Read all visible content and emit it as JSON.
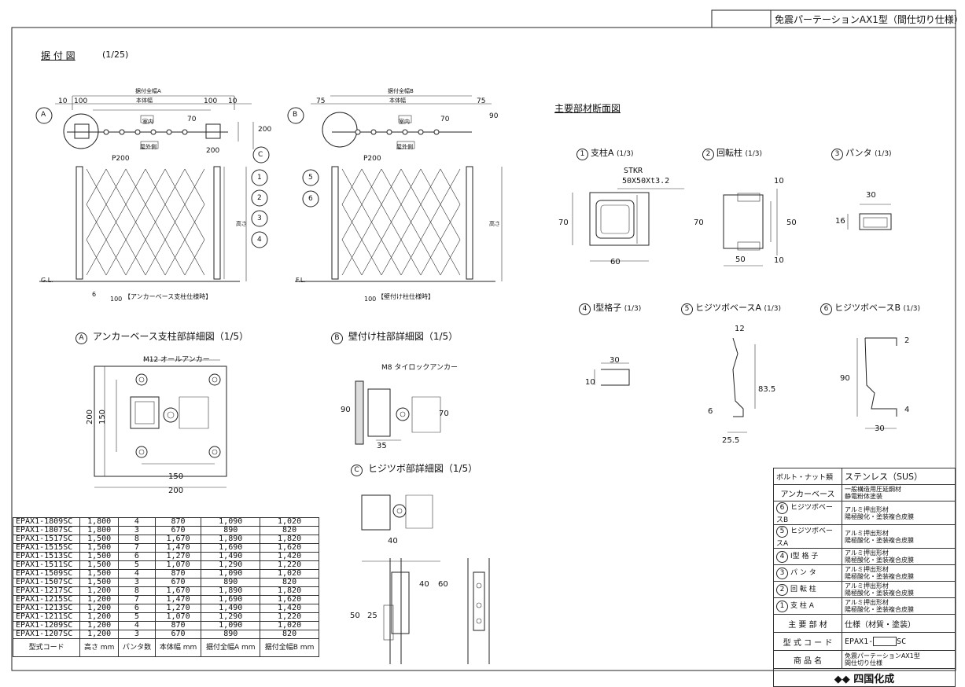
{
  "header": {
    "title": "免震パーテーションAX1型（間仕切り仕様）"
  },
  "install": {
    "title": "据 付 図",
    "scale": "(1/25)",
    "widthA": "据付全幅A",
    "widthB": "据付全幅B",
    "body_width": "本体幅",
    "dimA": [
      "10",
      "100",
      "100",
      "10"
    ],
    "dimB": [
      "75",
      "75"
    ],
    "indoor": "室内",
    "outdoor": "屋外側",
    "dim70": "70",
    "dim200": "200",
    "dim90": "90",
    "pitch": "P200",
    "height": "高さ",
    "gl": "G.L.",
    "fl": "F.L.",
    "dim6": "6",
    "dim100": "100",
    "caption_left": "【アンカーベース支柱仕様時】",
    "caption_right": "【壁付け柱仕様時】",
    "callouts": [
      "A",
      "B",
      "C",
      "1",
      "2",
      "3",
      "4",
      "5",
      "6"
    ]
  },
  "detailA": {
    "marker": "A",
    "title": "アンカーベース支柱部詳細図（1/5）",
    "anchor": "M12 オールアンカー",
    "dims": [
      "200",
      "150",
      "150",
      "200"
    ]
  },
  "detailB": {
    "marker": "B",
    "title": "壁付け柱部詳細図（1/5）",
    "anchor": "M8 タイロックアンカー",
    "dims": [
      "90",
      "70",
      "35"
    ]
  },
  "detailC": {
    "marker": "C",
    "title": "ヒジツボ部詳細図（1/5）",
    "dims": [
      "40",
      "40",
      "60",
      "50",
      "25"
    ]
  },
  "sections": {
    "title": "主要部材断面図",
    "items": [
      {
        "no": "1",
        "name": "支柱A",
        "scale": "(1/3)"
      },
      {
        "no": "2",
        "name": "回転柱",
        "scale": "(1/3)"
      },
      {
        "no": "3",
        "name": "パンタ",
        "scale": "(1/3)"
      },
      {
        "no": "4",
        "name": "I型格子",
        "scale": "(1/3)"
      },
      {
        "no": "5",
        "name": "ヒジツボベースA",
        "scale": "(1/3)"
      },
      {
        "no": "6",
        "name": "ヒジツボベースB",
        "scale": "(1/3)"
      }
    ],
    "stkr": "STKR",
    "stkr_size": "50X50Xt3.2",
    "s1": [
      "70",
      "60"
    ],
    "s2": [
      "10",
      "70",
      "50",
      "50",
      "10"
    ],
    "s3": [
      "30",
      "16"
    ],
    "s4": [
      "30",
      "10"
    ],
    "s5": [
      "12",
      "83.5",
      "6",
      "25.5"
    ],
    "s6": [
      "2",
      "90",
      "4",
      "30"
    ]
  },
  "dims_table": {
    "rows": [
      [
        "EPAX1-1809SC",
        "1,800",
        "4",
        "870",
        "1,090",
        "1,020"
      ],
      [
        "EPAX1-1807SC",
        "1,800",
        "3",
        "670",
        "890",
        "820"
      ],
      [
        "EPAX1-1517SC",
        "1,500",
        "8",
        "1,670",
        "1,890",
        "1,820"
      ],
      [
        "EPAX1-1515SC",
        "1,500",
        "7",
        "1,470",
        "1,690",
        "1,620"
      ],
      [
        "EPAX1-1513SC",
        "1,500",
        "6",
        "1,270",
        "1,490",
        "1,420"
      ],
      [
        "EPAX1-1511SC",
        "1,500",
        "5",
        "1,070",
        "1,290",
        "1,220"
      ],
      [
        "EPAX1-1509SC",
        "1,500",
        "4",
        "870",
        "1,090",
        "1,020"
      ],
      [
        "EPAX1-1507SC",
        "1,500",
        "3",
        "670",
        "890",
        "820"
      ],
      [
        "EPAX1-1217SC",
        "1,200",
        "8",
        "1,670",
        "1,890",
        "1,820"
      ],
      [
        "EPAX1-1215SC",
        "1,200",
        "7",
        "1,470",
        "1,690",
        "1,620"
      ],
      [
        "EPAX1-1213SC",
        "1,200",
        "6",
        "1,270",
        "1,490",
        "1,420"
      ],
      [
        "EPAX1-1211SC",
        "1,200",
        "5",
        "1,070",
        "1,290",
        "1,220"
      ],
      [
        "EPAX1-1209SC",
        "1,200",
        "4",
        "870",
        "1,090",
        "1,020"
      ],
      [
        "EPAX1-1207SC",
        "1,200",
        "3",
        "670",
        "890",
        "820"
      ]
    ],
    "headers": [
      "型式コード",
      "高さ mm",
      "パンタ数",
      "本体幅 mm",
      "据付全幅A mm",
      "据付全幅B mm"
    ]
  },
  "spec_table": {
    "bolt_label": "ボルト・ナット類",
    "bolt_value": "ステンレス（SUS）",
    "anchor_label": "アンカーベース",
    "anchor_value_1": "一般構造用圧延鋼材",
    "anchor_value_2": "静電粉体塗装",
    "parts": [
      {
        "no": "6",
        "name": "ヒジツボベースB",
        "m1": "アルミ押出形材",
        "m2": "陽極酸化・塗装複合皮膜"
      },
      {
        "no": "5",
        "name": "ヒジツボベースA",
        "m1": "アルミ押出形材",
        "m2": "陽極酸化・塗装複合皮膜"
      },
      {
        "no": "4",
        "name": "I型 格 子",
        "m1": "アルミ押出形材",
        "m2": "陽極酸化・塗装複合皮膜"
      },
      {
        "no": "3",
        "name": "パ ン タ",
        "m1": "アルミ押出形材",
        "m2": "陽極酸化・塗装複合皮膜"
      },
      {
        "no": "2",
        "name": "回 転 柱",
        "m1": "アルミ押出形材",
        "m2": "陽極酸化・塗装複合皮膜"
      },
      {
        "no": "1",
        "name": "支 柱 A",
        "m1": "アルミ押出形材",
        "m2": "陽極酸化・塗装複合皮膜"
      }
    ],
    "main_parts_label": "主 要 部 材",
    "spec_label": "仕様（材質・塗装）",
    "model_code_label": "型 式 コ ー ド",
    "model_code_prefix": "EPAX1-",
    "model_code_suffix": "SC",
    "product_name_label": "商 品 名",
    "product_name_1": "免震パーテーションAX1型",
    "product_name_2": "間仕切り仕様",
    "company": "四国化成"
  }
}
